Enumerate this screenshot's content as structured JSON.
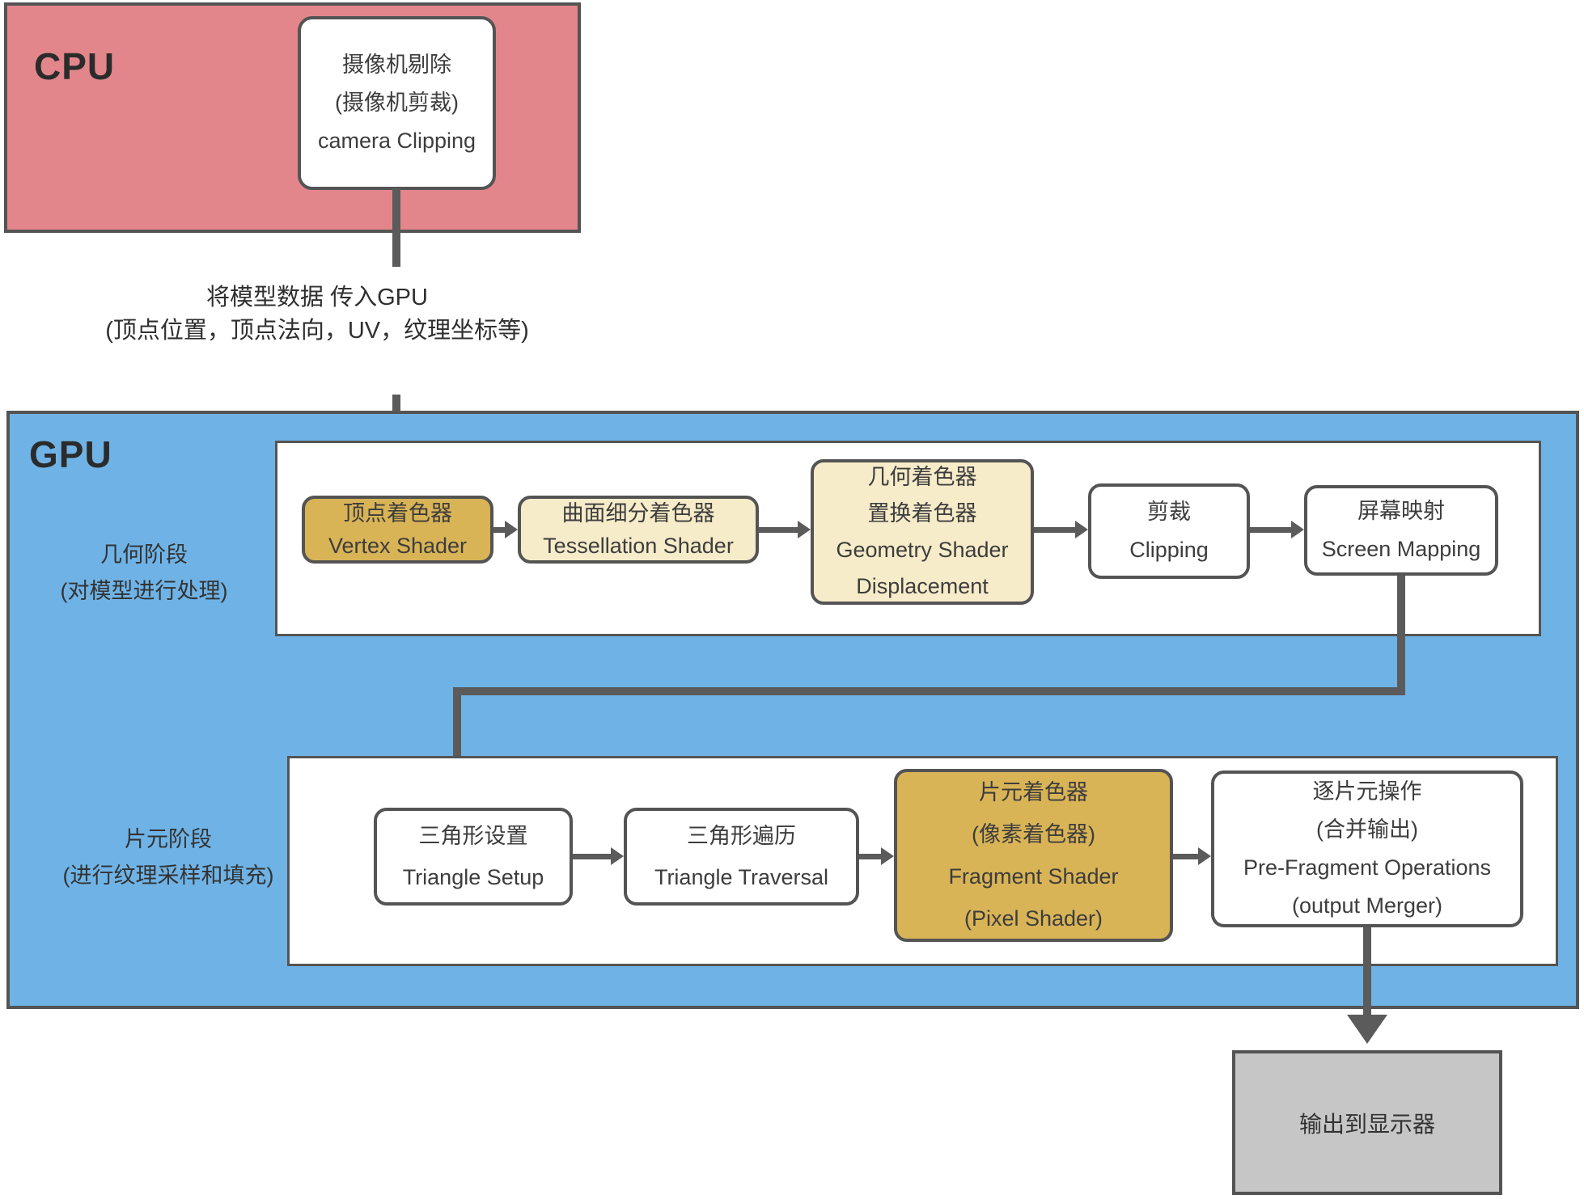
{
  "colors": {
    "pink": "#e2868b",
    "blue": "#6fb3e6",
    "gold": "#d9b456",
    "cream": "#f7ecc9",
    "gray": "#c6c6c6",
    "line": "#5b5b5b",
    "border": "#545454",
    "text": "#3d3d3d"
  },
  "cpu": {
    "label": "CPU",
    "camera_box": {
      "lines": [
        "摄像机剔除",
        "(摄像机剪裁)",
        "camera Clipping"
      ]
    }
  },
  "transfer": {
    "lines": [
      "将模型数据 传入GPU",
      "(顶点位置，顶点法向，UV，纹理坐标等)"
    ]
  },
  "gpu": {
    "label": "GPU",
    "geometry_stage": {
      "label_lines": [
        "几何阶段",
        "(对模型进行处理)"
      ],
      "nodes": [
        {
          "name": "vertex-shader",
          "fill": "gold",
          "lines": [
            "顶点着色器",
            "Vertex Shader"
          ]
        },
        {
          "name": "tessellation-shader",
          "fill": "cream",
          "lines": [
            "曲面细分着色器",
            "Tessellation Shader"
          ]
        },
        {
          "name": "geometry-shader",
          "fill": "cream",
          "lines": [
            "几何着色器",
            "置换着色器",
            "Geometry Shader",
            "Displacement"
          ]
        },
        {
          "name": "clipping",
          "fill": "white",
          "lines": [
            "剪裁",
            "Clipping"
          ]
        },
        {
          "name": "screen-mapping",
          "fill": "white",
          "lines": [
            "屏幕映射",
            "Screen Mapping"
          ]
        }
      ]
    },
    "fragment_stage": {
      "label_lines": [
        "片元阶段",
        "(进行纹理采样和填充)"
      ],
      "nodes": [
        {
          "name": "triangle-setup",
          "fill": "white",
          "lines": [
            "三角形设置",
            "Triangle Setup"
          ]
        },
        {
          "name": "triangle-traversal",
          "fill": "white",
          "lines": [
            "三角形遍历",
            "Triangle Traversal"
          ]
        },
        {
          "name": "fragment-shader",
          "fill": "gold",
          "lines": [
            "片元着色器",
            "(像素着色器)",
            "Fragment Shader",
            "(Pixel Shader)"
          ]
        },
        {
          "name": "pre-fragment-operations",
          "fill": "white",
          "lines": [
            "逐片元操作",
            "(合并输出)",
            "Pre-Fragment Operations",
            "(output Merger)"
          ]
        }
      ]
    }
  },
  "output": {
    "label": "输出到显示器"
  }
}
